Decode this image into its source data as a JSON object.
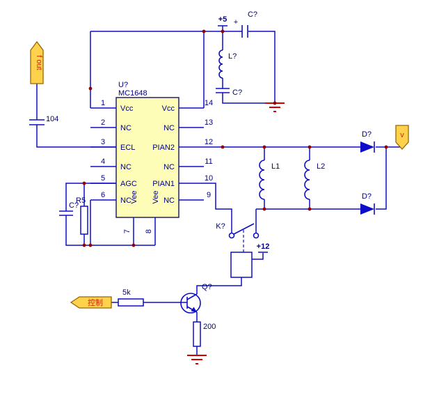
{
  "schematic": {
    "ic": {
      "designator": "U?",
      "part_number": "MC1648",
      "left_pins": [
        {
          "num": "1",
          "name": "Vcc"
        },
        {
          "num": "2",
          "name": "NC"
        },
        {
          "num": "3",
          "name": "ECL"
        },
        {
          "num": "4",
          "name": "NC"
        },
        {
          "num": "5",
          "name": "AGC"
        },
        {
          "num": "6",
          "name": "NC"
        }
      ],
      "right_pins": [
        {
          "num": "14",
          "name": "Vcc"
        },
        {
          "num": "13",
          "name": "NC"
        },
        {
          "num": "12",
          "name": "PIAN2"
        },
        {
          "num": "11",
          "name": "NC"
        },
        {
          "num": "10",
          "name": "PIAN1"
        },
        {
          "num": "9",
          "name": "NC"
        }
      ],
      "bottom_pins": [
        {
          "num": "7",
          "name": "Vee"
        },
        {
          "num": "8",
          "name": "Vee"
        }
      ]
    },
    "ports": {
      "fout": "f out",
      "control": "控制",
      "varactor": "v"
    },
    "power": {
      "plus5": "+5",
      "plus12": "+12"
    },
    "components": {
      "c_top": "C?",
      "c_top_polarity": "+",
      "l_choke": "L?",
      "c_choke": "C?",
      "c_in": "104",
      "c_agc": "C?",
      "r_agc": "R5",
      "l1": "L1",
      "l2": "L2",
      "d_top": "D?",
      "d_bottom": "D?",
      "relay": "K?",
      "transistor": "Q?",
      "r_base": "5k",
      "r_emitter": "200"
    },
    "colors": {
      "wire": "#0d0dc8",
      "label": "#000080",
      "ground": "#d40000",
      "junction": "#990000",
      "ic_fill": "#fdfdb8",
      "flag_fill": "#ffd24d",
      "flag_text": "#c03000"
    }
  }
}
